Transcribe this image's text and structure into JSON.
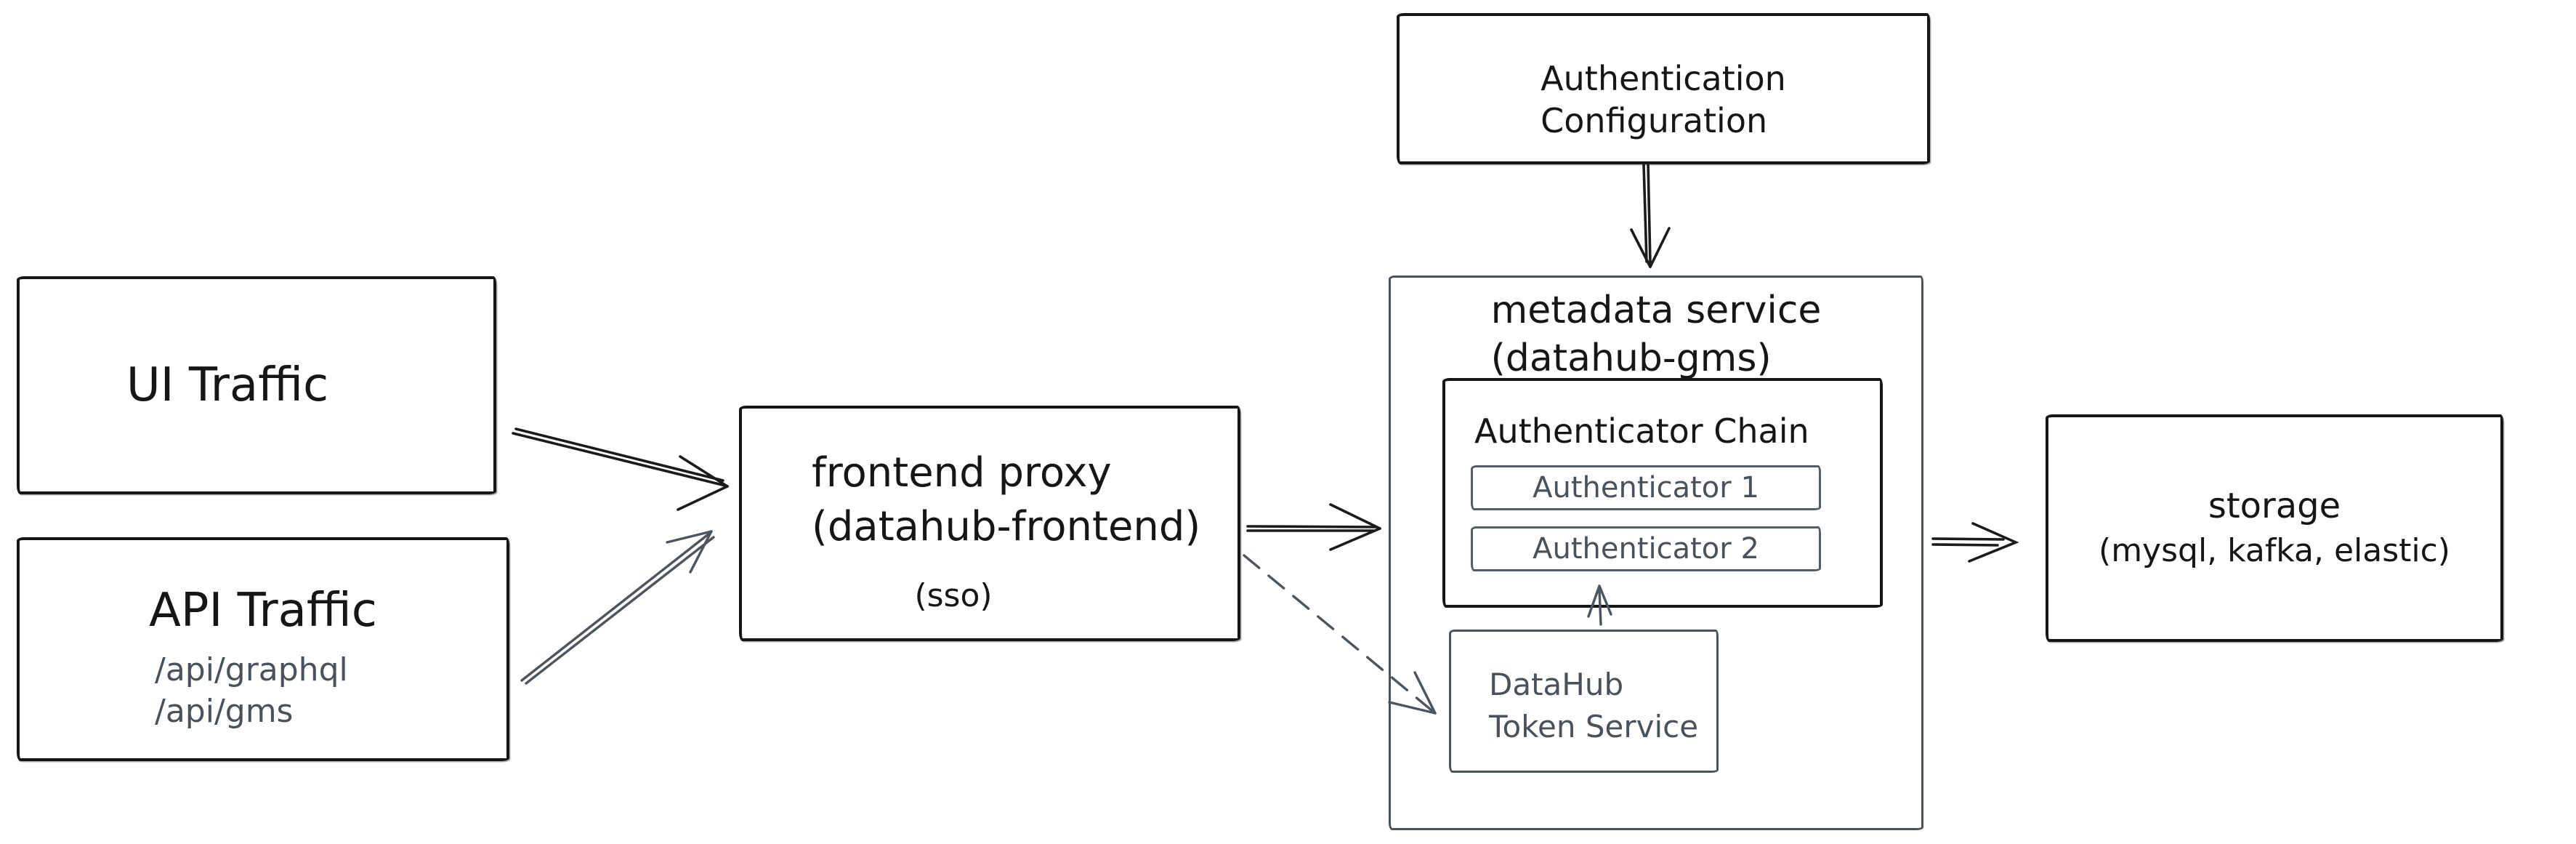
{
  "colors": {
    "ink": "#161616",
    "slate": "#49525b",
    "background": "#ffffff"
  },
  "nodes": {
    "ui_traffic": {
      "label": "UI Traffic"
    },
    "api_traffic": {
      "label": "API Traffic",
      "routes": [
        "/api/graphql",
        "/api/gms"
      ]
    },
    "frontend_proxy": {
      "title_line1": "frontend proxy",
      "title_line2": "(datahub-frontend)",
      "subtitle": "(sso)"
    },
    "auth_config": {
      "line1": "Authentication",
      "line2": "Configuration"
    },
    "metadata_service": {
      "title_line1": "metadata service",
      "title_line2": "(datahub-gms)"
    },
    "authenticator_chain": {
      "label": "Authenticator Chain",
      "authenticators": [
        "Authenticator 1",
        "Authenticator 2"
      ]
    },
    "token_service": {
      "line1": "DataHub",
      "line2": "Token Service"
    },
    "storage": {
      "line1": "storage",
      "line2": "(mysql, kafka, elastic)"
    }
  }
}
